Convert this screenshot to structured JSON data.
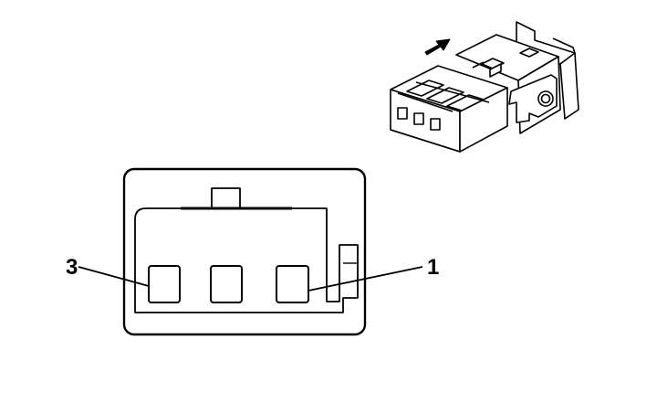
{
  "diagram": {
    "type": "connector-pinout",
    "callouts": {
      "pin_left": "3",
      "pin_right": "1"
    },
    "pins_shown": 3,
    "arrow": "insertion-direction-arrow",
    "colors": {
      "line": "#000000",
      "background": "#ffffff",
      "shadow": "#e6e6e6"
    }
  }
}
